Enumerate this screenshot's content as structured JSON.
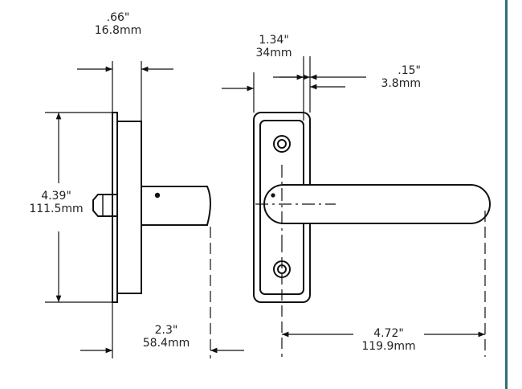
{
  "colors": {
    "ink": "#111111",
    "text": "#222222",
    "frame_edge": "#2f6f79",
    "background": "#ffffff"
  },
  "dimensions": {
    "plate_depth": {
      "inches": ".66\"",
      "metric": "16.8mm"
    },
    "plate_height": {
      "inches": "4.39\"",
      "metric": "111.5mm"
    },
    "spindle_length": {
      "inches": "2.3\"",
      "metric": "58.4mm"
    },
    "plate_width": {
      "inches": "1.34\"",
      "metric": "34mm"
    },
    "plate_thickness": {
      "inches": ".15\"",
      "metric": "3.8mm"
    },
    "lever_length": {
      "inches": "4.72\"",
      "metric": "119.9mm"
    }
  },
  "views": {
    "side": "side-view",
    "front": "front-view"
  }
}
